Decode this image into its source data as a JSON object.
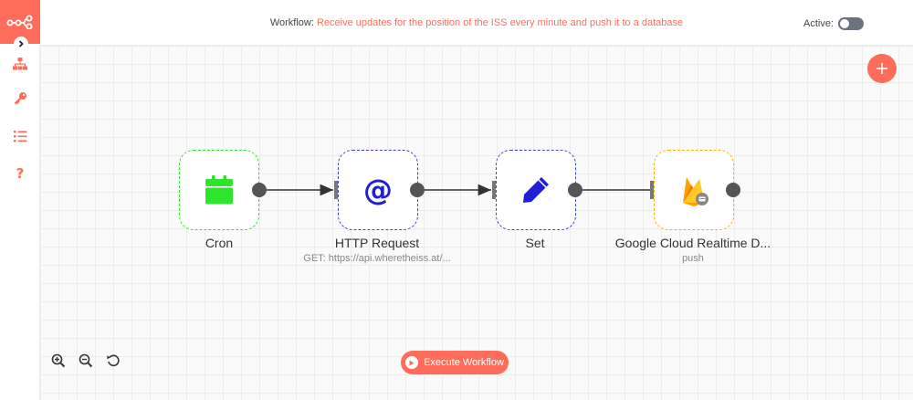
{
  "header": {
    "workflow_prefix": "Workflow:",
    "workflow_name": "Receive updates for the position of the ISS every minute and push it to a database",
    "active_label": "Active:"
  },
  "colors": {
    "brand": "#ff6d5a",
    "cron_border": "#2ee52e",
    "http_border": "#4343d6",
    "set_border": "#4343d6",
    "firebase_border": "#ffb300"
  },
  "nodes": [
    {
      "label": "Cron",
      "subtitle": "",
      "icon": "calendar-icon"
    },
    {
      "label": "HTTP Request",
      "subtitle": "GET: https://api.wheretheiss.at/...",
      "icon": "at-sign-icon"
    },
    {
      "label": "Set",
      "subtitle": "",
      "icon": "pencil-icon"
    },
    {
      "label": "Google Cloud Realtime D...",
      "subtitle": "push",
      "icon": "firebase-icon"
    }
  ],
  "canvas": {
    "execute_label": "Execute Workflow"
  },
  "sidebar": {
    "icons": [
      "n8n-logo-icon",
      "chevron-right-icon",
      "workflows-icon",
      "key-icon",
      "executions-icon",
      "help-icon"
    ]
  }
}
